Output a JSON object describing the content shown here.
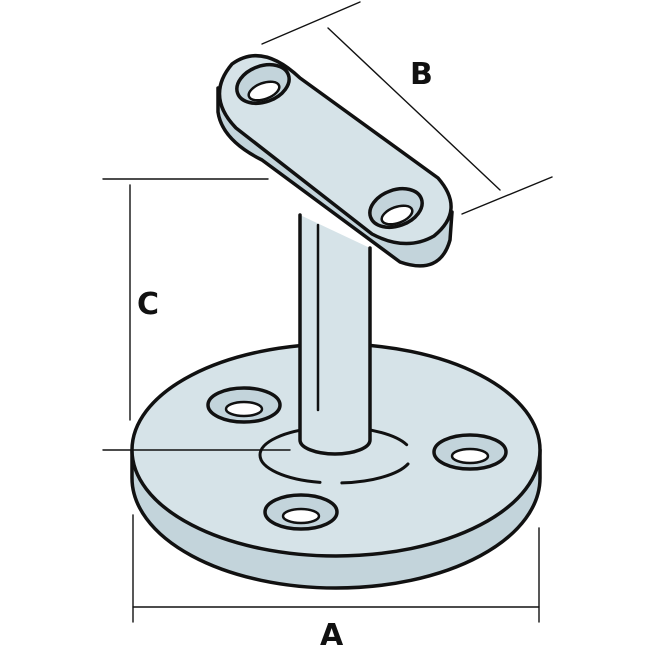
{
  "diagram": {
    "colors": {
      "metal": "#d6e3e8",
      "metal_side": "#c3d4db",
      "line": "#111111"
    },
    "dimensions": {
      "a": "A",
      "b": "B",
      "c": "C"
    }
  }
}
